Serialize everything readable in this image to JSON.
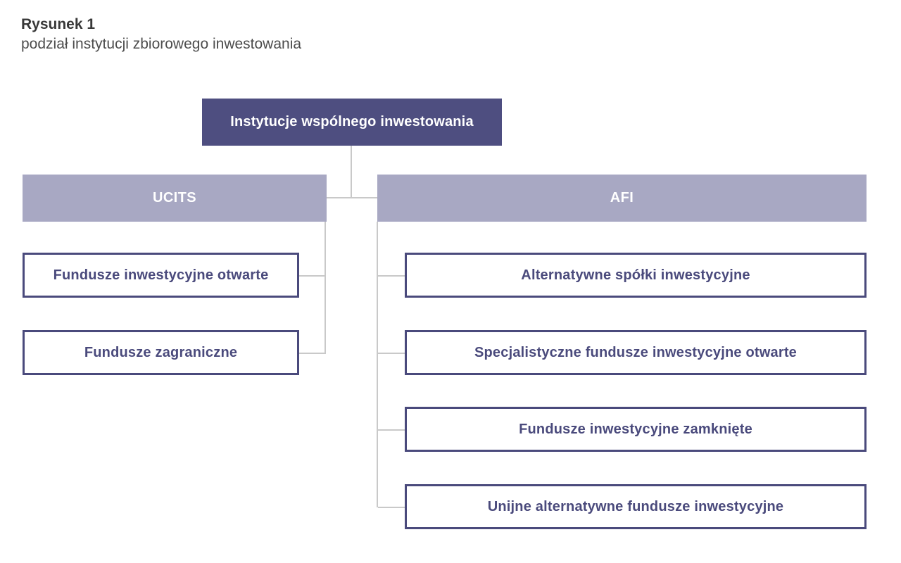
{
  "caption": {
    "label": "Rysunek 1",
    "title": "podział instytucji zbiorowego inwestowania"
  },
  "tree": {
    "root": {
      "label": "Instytucje wspólnego inwestowania"
    },
    "branches": [
      {
        "label": "UCITS",
        "children": [
          {
            "label": "Fundusze inwestycyjne otwarte"
          },
          {
            "label": "Fundusze zagraniczne"
          }
        ]
      },
      {
        "label": "AFI",
        "children": [
          {
            "label": "Alternatywne spółki inwestycyjne"
          },
          {
            "label": "Specjalistyczne fundusze inwestycyjne otwarte"
          },
          {
            "label": "Fundusze inwestycyjne zamknięte"
          },
          {
            "label": "Unijne alternatywne fundusze inwestycyjne"
          }
        ]
      }
    ]
  },
  "colors": {
    "root_bg": "#4e4e80",
    "branch_bg": "#a8a8c3",
    "leaf_border": "#4a4a7c",
    "leaf_text": "#4a4a7c",
    "connector": "#c9c9c9",
    "caption_label": "#383838",
    "caption_title": "#4d4d4d"
  }
}
